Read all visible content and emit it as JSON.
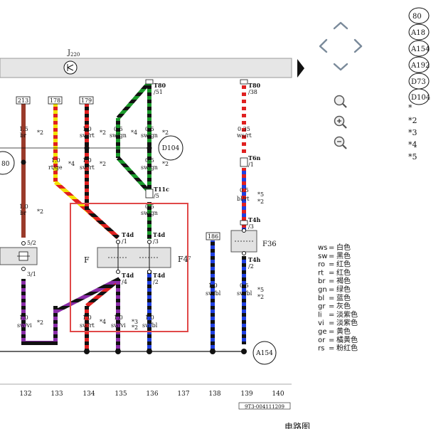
{
  "component_top": "J",
  "component_top_sub": "220",
  "nav_icons": [
    "arrow-up-icon",
    "arrow-left-icon",
    "arrow-right-icon",
    "arrow-down-icon",
    "zoom-reset-icon",
    "zoom-in-icon",
    "zoom-out-icon"
  ],
  "refs": [
    "80",
    "A18",
    "A154",
    "A192",
    "D73",
    "D104"
  ],
  "stars": [
    "*",
    "*2",
    "*3",
    "*4",
    "*5"
  ],
  "boxes": [
    "213",
    "178",
    "179",
    "186"
  ],
  "connectors": {
    "t80_51_a": "T80",
    "t80_51_b": "/51",
    "t80_38_a": "T80",
    "t80_38_b": "/38",
    "t6n_a": "T6n",
    "t6n_b": "/1",
    "t11c_a": "T11c",
    "t11c_b": "/5",
    "t4d1_a": "T4d",
    "t4d1_b": "/1",
    "t4d3_a": "T4d",
    "t4d3_b": "/3",
    "t4d4_a": "T4d",
    "t4d4_b": "/4",
    "t4d2_a": "T4d",
    "t4d2_b": "/2",
    "t4h3_a": "T4h",
    "t4h3_b": "/3",
    "t4h2_a": "T4h",
    "t4h2_b": "/2",
    "pin52": "5/2",
    "pin31": "3/1"
  },
  "wires": {
    "w132a_s": "1.5",
    "w132a_c": "br",
    "w132b_s": "1.0",
    "w132b_c": "br",
    "w132c_s": "1.0",
    "w132c_c": "sw/vi",
    "w133_s": "1.0",
    "w133_c": "rt/ge",
    "w134a_s": "1.0",
    "w134a_c": "sw/rt",
    "w134b_s": "1.0",
    "w134b_c": "sw/rt",
    "w134c_s": "1.0",
    "w134c_c": "sw/rt",
    "w135a_s": "0.5",
    "w135a_c": "sw/gn",
    "w135b_s": "1.0",
    "w135b_c": "sw/vi",
    "w136a_s": "0.5",
    "w136a_c": "sw/gn",
    "w136b_s": "0.5",
    "w136b_c": "sw/gn",
    "w136c_s": "0.5",
    "w136c_c": "sw/gn",
    "w136d_s": "1.0",
    "w136d_c": "sw/bl",
    "w138_s": "1.0",
    "w138_c": "sw/bl",
    "w139a_s": "0.35",
    "w139a_c": "ws/rt",
    "w139b_s": "0.5",
    "w139b_c": "bl/rt",
    "w139c_s": "0.5",
    "w139c_c": "sw/bl"
  },
  "notes": {
    "n1": "*2",
    "n2": "*2",
    "n3": "*4",
    "n4": "*2",
    "n5": "*4",
    "n6": "*2",
    "n7": "*2",
    "n8": "*2",
    "n9": "*2",
    "n10": "*4",
    "n11": "*3",
    "n12": "*2",
    "n13": "*5",
    "n14": "*2",
    "n15": "*5",
    "n16": "*2"
  },
  "labels": {
    "ref80": "80",
    "d104": "D104",
    "a154": "A154",
    "f": "F",
    "f4": "F4",
    "f4_sup": "7",
    "f36": "F36"
  },
  "columns": [
    "132",
    "133",
    "134",
    "135",
    "136",
    "137",
    "138",
    "139",
    "140"
  ],
  "footer_code": "9T3-004111209",
  "footer_text": "电路图",
  "legend": [
    {
      "code": "ws",
      "name": "白色"
    },
    {
      "code": "sw",
      "name": "黑色"
    },
    {
      "code": "ro",
      "name": "红色"
    },
    {
      "code": "rt",
      "name": "红色"
    },
    {
      "code": "br",
      "name": "褐色"
    },
    {
      "code": "gn",
      "name": "绿色"
    },
    {
      "code": "bl",
      "name": "蓝色"
    },
    {
      "code": "gr",
      "name": "灰色"
    },
    {
      "code": "li",
      "name": "淡紫色"
    },
    {
      "code": "vi",
      "name": "淡紫色"
    },
    {
      "code": "ge",
      "name": "黄色"
    },
    {
      "code": "or",
      "name": "橘黄色"
    },
    {
      "code": "rs",
      "name": "粉红色"
    }
  ],
  "colors": {
    "black": "#111111",
    "red": "#e02020",
    "green": "#1a9a2a",
    "blue": "#1f3fe0",
    "yellow": "#f2e200",
    "violet": "#8a2ca8",
    "brown": "#9a3a2a",
    "highlight": "#e04848",
    "bar": "#e6e6e6"
  }
}
